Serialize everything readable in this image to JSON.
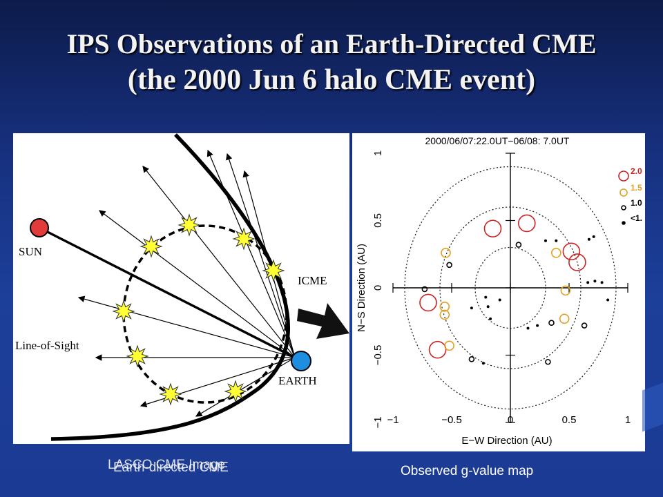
{
  "slide": {
    "title_line1": "IPS Observations of an Earth-Directed CME",
    "title_line2": "(the 2000 Jun 6 halo CME event)",
    "caption_left_a": "LASCO CME Image",
    "caption_left_b": "Earth-directed CME",
    "caption_right": "Observed g-value map"
  },
  "diagram": {
    "sun_label": "SUN",
    "earth_label": "EARTH",
    "icme_label": "ICME",
    "los_label": "Line-of-Sight",
    "sun_color": "#e23b3b",
    "earth_color": "#1e8fe0",
    "star_color": "#ffff33"
  },
  "map": {
    "header": "2000/06/07:22.0UT−06/08: 7.0UT",
    "xlabel": "E−W Direction (AU)",
    "ylabel": "N−S Direction (AU)",
    "xticks": [
      "−1",
      "−0.5",
      "0",
      "0.5",
      "1"
    ],
    "yticks": [
      "1",
      "0.5",
      "0",
      "−0.5",
      "−1"
    ],
    "legend": [
      "2.0",
      "1.5",
      "1.0",
      "<1."
    ],
    "legend_colors": [
      "#cc2222",
      "#e0a020",
      "#000000",
      "#000000"
    ]
  },
  "chart_data": {
    "type": "scatter",
    "header": "2000/06/07:22.0UT−06/08: 7.0UT",
    "xlabel": "E−W Direction (AU)",
    "ylabel": "N−S Direction (AU)",
    "xlim": [
      -1,
      1
    ],
    "ylim": [
      -1,
      1
    ],
    "grid": false,
    "legend_placement": "right",
    "reference_circles_au": [
      0.3,
      0.6,
      0.9
    ],
    "series": [
      {
        "name": "2.0",
        "color": "#cc2222",
        "points": [
          [
            -0.7,
            -0.11
          ],
          [
            -0.62,
            -0.46
          ],
          [
            -0.15,
            0.44
          ],
          [
            0.14,
            0.48
          ],
          [
            0.52,
            0.27
          ],
          [
            0.57,
            0.19
          ]
        ]
      },
      {
        "name": "1.5",
        "color": "#e0a020",
        "points": [
          [
            -0.55,
            0.26
          ],
          [
            -0.56,
            -0.14
          ],
          [
            -0.56,
            -0.2
          ],
          [
            -0.52,
            -0.43
          ],
          [
            0.39,
            0.26
          ],
          [
            0.47,
            -0.02
          ],
          [
            0.46,
            -0.23
          ]
        ]
      },
      {
        "name": "1.0",
        "color": "#000000",
        "points": [
          [
            -0.73,
            -0.01
          ],
          [
            -0.52,
            0.17
          ],
          [
            0.07,
            0.32
          ],
          [
            0.63,
            -0.28
          ],
          [
            0.35,
            -0.26
          ],
          [
            0.32,
            -0.55
          ],
          [
            -0.33,
            -0.53
          ]
        ]
      },
      {
        "name": "<1.",
        "color": "#000000",
        "points": [
          [
            0.3,
            0.35
          ],
          [
            0.39,
            0.35
          ],
          [
            0.67,
            0.36
          ],
          [
            0.71,
            0.38
          ],
          [
            0.66,
            0.04
          ],
          [
            0.72,
            0.05
          ],
          [
            0.78,
            0.04
          ],
          [
            0.83,
            -0.09
          ],
          [
            -0.33,
            -0.15
          ],
          [
            -0.21,
            -0.07
          ],
          [
            -0.19,
            -0.14
          ],
          [
            -0.17,
            -0.23
          ],
          [
            -0.09,
            -0.09
          ],
          [
            0.15,
            -0.3
          ],
          [
            0.23,
            -0.28
          ],
          [
            -0.23,
            -0.56
          ]
        ]
      }
    ]
  }
}
